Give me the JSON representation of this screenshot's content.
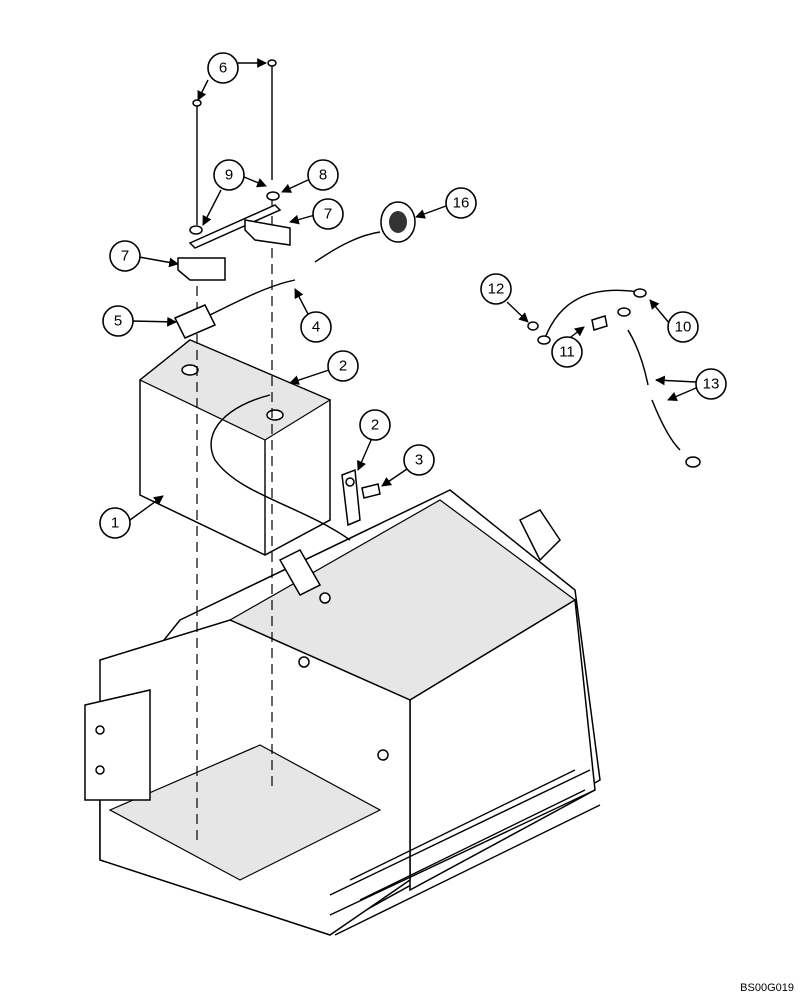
{
  "callouts": [
    {
      "label": "1"
    },
    {
      "label": "2"
    },
    {
      "label": "2"
    },
    {
      "label": "3"
    },
    {
      "label": "4"
    },
    {
      "label": "5"
    },
    {
      "label": "6"
    },
    {
      "label": "7"
    },
    {
      "label": "7"
    },
    {
      "label": "8"
    },
    {
      "label": "9"
    },
    {
      "label": "10"
    },
    {
      "label": "11"
    },
    {
      "label": "12"
    },
    {
      "label": "13"
    },
    {
      "label": "16"
    }
  ],
  "doc_code": "BS00G019"
}
